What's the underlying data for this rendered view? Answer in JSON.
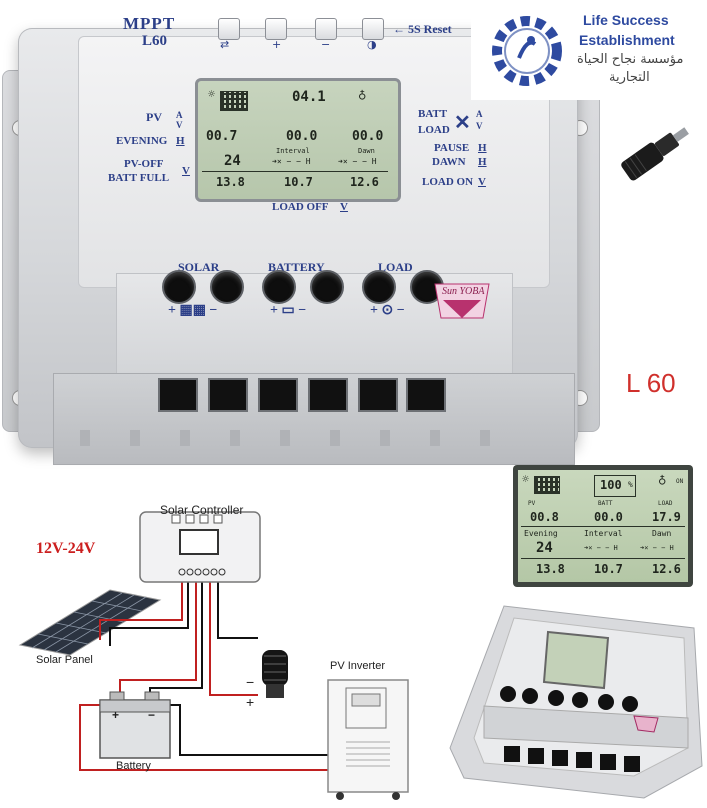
{
  "controller": {
    "model_line1": "MPPT",
    "model_line2": "L60",
    "reset_label": "← 5S Reset",
    "keys": [
      "⇄",
      "+",
      "−",
      "◑"
    ],
    "left_labels": {
      "pv": "PV",
      "pv_units": "A V",
      "evening": "EVENING",
      "evening_unit": "H",
      "pvoff": "PV-OFF",
      "battfull": "BATT FULL",
      "pvoff_unit": "V"
    },
    "right_labels": {
      "batt": "BATT",
      "load": "LOAD",
      "bl_units": "A V",
      "pause": "PAUSE",
      "pause_unit": "H",
      "dawn": "DAWN",
      "dawn_unit": "H",
      "loadon": "LOAD ON",
      "loadon_unit": "V"
    },
    "load_off": "LOAD OFF",
    "load_off_unit": "V",
    "terminals": {
      "solar": "SOLAR",
      "battery": "BATTERY",
      "load": "LOAD",
      "solar_sign": "+ ▦▦ −",
      "battery_sign": "+ ▭ −",
      "load_sign": "+ ⊙ −"
    },
    "brand": "Sun YOBA",
    "big_lcd": {
      "pv_val": "00.7",
      "batt_val": "04.1",
      "load_val": "00.0",
      "interval": "Interval",
      "dawn": "Dawn",
      "hours": "24",
      "row_pv": "13.8",
      "row_load_off": "10.7",
      "row_load_on": "12.6"
    }
  },
  "caption": "L 60",
  "logo": {
    "en_line1": "Life Success",
    "en_line2": "Establishment",
    "ar_line1": "مؤسسة نجاح الحياة",
    "ar_line2": "التجارية"
  },
  "diagram": {
    "controller_label": "Solar Controller",
    "voltage": "12V-24V",
    "solar_panel": "Solar Panel",
    "battery": "Battery",
    "pv_inverter": "PV Inverter",
    "minus": "−",
    "plus": "+"
  },
  "lcd_closeup": {
    "pct": "100",
    "pct_unit": "%",
    "batt": "BATT",
    "load": "LOAD",
    "on": "ON",
    "pv": "PV",
    "pv_val": "00.8",
    "batt_val": "00.0",
    "load_val": "17.9",
    "evening": "Evening",
    "interval": "Interval",
    "dawn": "Dawn",
    "hours": "24",
    "row1": "13.8",
    "row2": "10.7",
    "row3": "12.6"
  },
  "colors": {
    "label_blue": "#2c3f88",
    "voltage_red": "#cc1f1f",
    "caption_red": "#d0302c",
    "lcd_green": "#b6c6ab"
  }
}
